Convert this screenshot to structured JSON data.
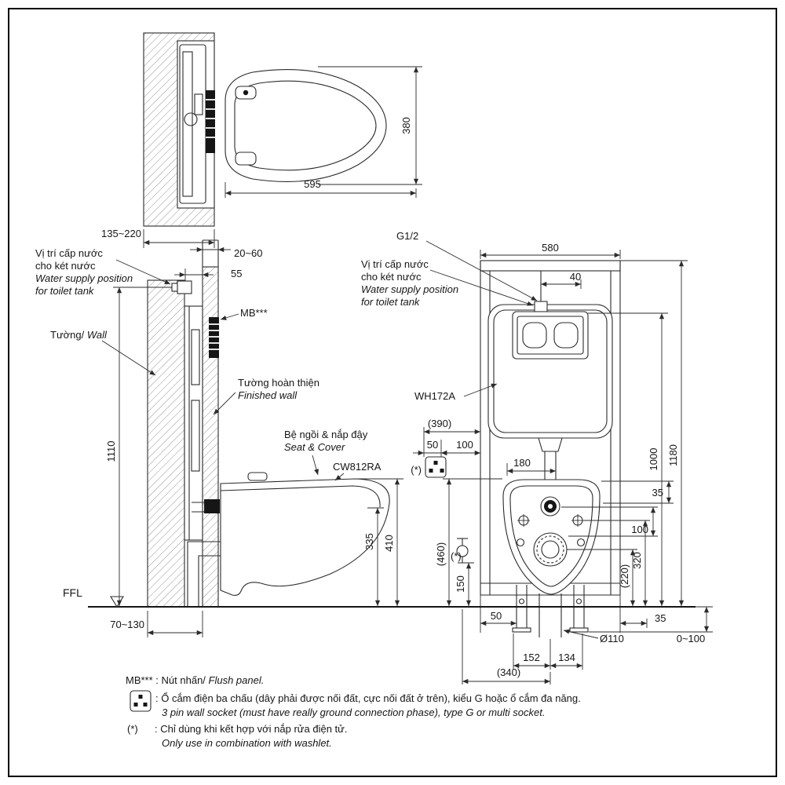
{
  "colors": {
    "line": "#2b2b2b",
    "dark_fill": "#161616",
    "background": "#ffffff"
  },
  "top_view": {
    "w": "595",
    "d": "380",
    "wall": "135~220"
  },
  "side": {
    "supply1": "Vị trí cấp nước",
    "supply2": "cho két nước",
    "supply3": "Water supply position",
    "supply4": "for toilet tank",
    "gap": "20~60",
    "d55": "55",
    "mb": "MB***",
    "wall1": "Tường/",
    "wall2": " Wall",
    "fw1": "Tường hoàn thiện",
    "fw2": "Finished wall",
    "seat1": "Bệ ngồi & nắp đậy",
    "seat2": "Seat & Cover",
    "model": "CW812RA",
    "h": "1110",
    "h335": "335",
    "h410": "410",
    "ffl": "FFL",
    "floor": "70~130"
  },
  "front": {
    "g": "G1/2",
    "w580": "580",
    "d40": "40",
    "supply1": "Vị trí cấp nước",
    "supply2": "cho két nước",
    "supply3": "Water supply position",
    "supply4": "for toilet tank",
    "model": "WH172A",
    "d390": "(390)",
    "d50": "50",
    "d100": "100",
    "star": "(*)",
    "d180": "180",
    "h1180": "1180",
    "h1000": "1000",
    "d35": "35",
    "d100r": "100",
    "d320": "320",
    "d220": "(220)",
    "d460": "(460)",
    "star2": "(*)",
    "d150": "150",
    "d50b": "50",
    "d35b": "35",
    "dia": "Ø110",
    "adj": "0~100",
    "d152": "152",
    "d134": "134",
    "d340": "(340)"
  },
  "legend": {
    "mb_key": "MB***",
    "mb_sep": " : ",
    "mb_vi": "Nút nhấn/",
    "mb_en": " Flush panel.",
    "socket_vi": ": Ổ cắm điện ba chấu (dây phải được nối đất, cực nối đất ở trên), kiểu G hoặc ổ cắm đa năng.",
    "socket_en": "3 pin wall socket (must have really ground connection phase), type G or multi socket.",
    "star_key": "(*)",
    "star_vi": ": Chỉ dùng khi kết hợp với nắp rửa điện tử.",
    "star_en": "Only use in combination with washlet."
  }
}
